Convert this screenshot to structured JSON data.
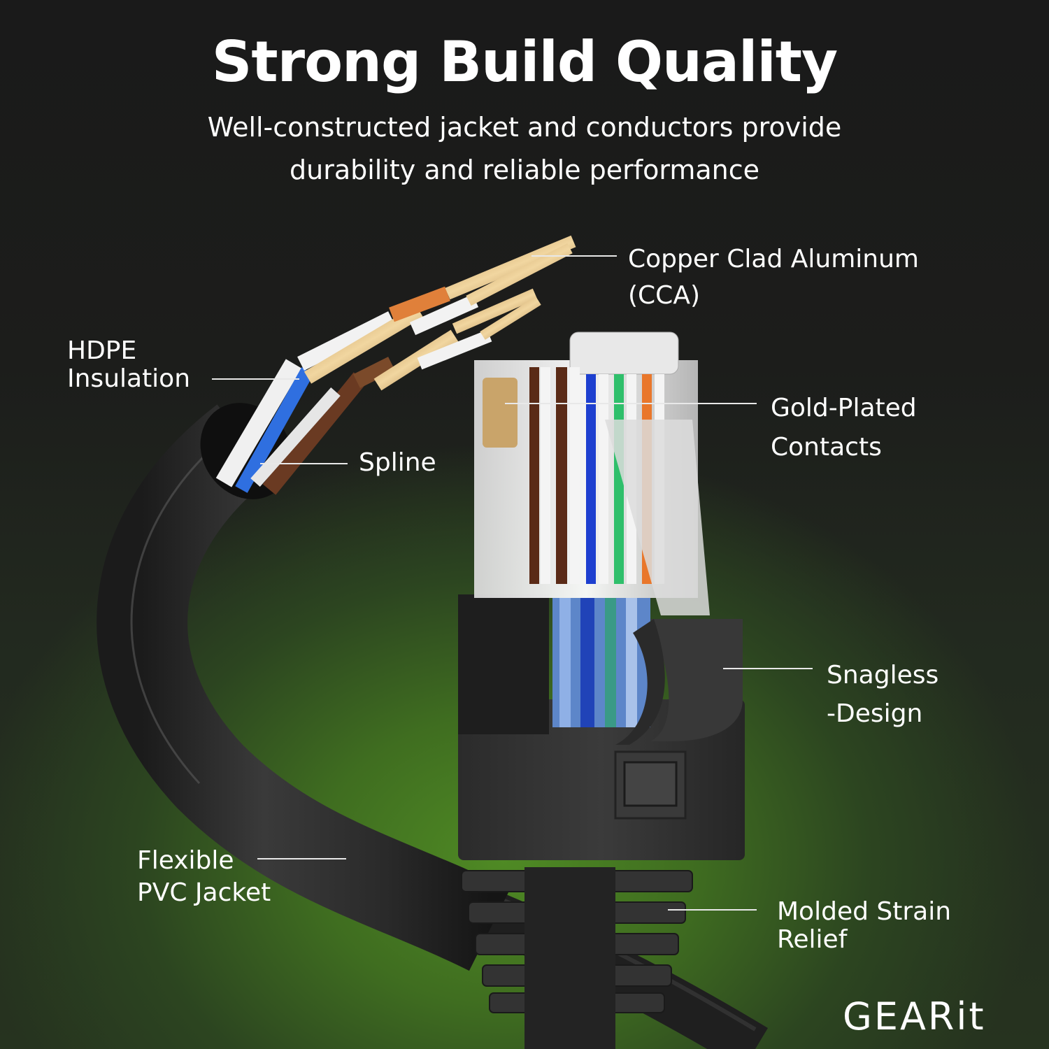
{
  "header": {
    "title": "Strong Build Quality",
    "subtitle_line1": "Well-constructed jacket and conductors provide",
    "subtitle_line2": "durability and reliable performance"
  },
  "callouts": {
    "cca": {
      "line1": "Copper Clad Aluminum",
      "line2": "(CCA)"
    },
    "hdpe": {
      "line1": "HDPE",
      "line2": "Insulation"
    },
    "spline": {
      "line1": "Spline"
    },
    "gold": {
      "line1": "Gold-Plated",
      "line2": "Contacts"
    },
    "snagless": {
      "line1": "Snagless",
      "line2": "-Design"
    },
    "jacket": {
      "line1": "Flexible",
      "line2": "PVC Jacket"
    },
    "strain": {
      "line1": "Molded Strain",
      "line2": "Relief"
    }
  },
  "brand": {
    "logo": "GEARit"
  },
  "colors": {
    "accent_green": "#4f8a24",
    "background_dark": "#1a1a1a",
    "text": "#ffffff",
    "cable": "#2a2a2a",
    "copper": "#d9b277"
  }
}
